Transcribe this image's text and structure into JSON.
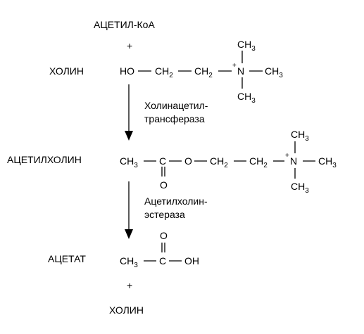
{
  "labels": {
    "acetyl_coa": "АЦЕТИЛ-КоА",
    "plus": "+",
    "choline": "ХОЛИН",
    "acetylcholine": "АЦЕТИЛХОЛИН",
    "acetate": "АЦЕТАТ",
    "choline_bottom": "ХОЛИН"
  },
  "enzymes": {
    "enzyme1_line1": "Холинацетил-",
    "enzyme1_line2": "трансфераза",
    "enzyme2_line1": "Ацетилхолин-",
    "enzyme2_line2": "эстераза"
  },
  "atoms": {
    "HO": "HO",
    "CH": "CH",
    "two": "2",
    "three": "3",
    "N": "N",
    "C": "C",
    "O": "O",
    "OH": "OH",
    "plus_charge": "+"
  }
}
